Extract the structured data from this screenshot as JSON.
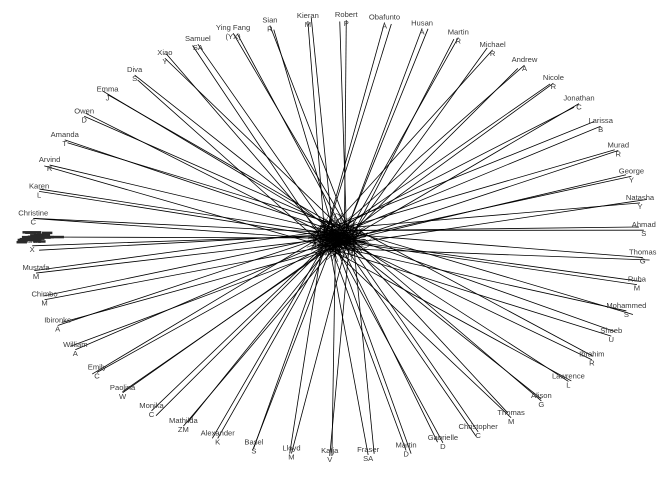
{
  "graph": {
    "hub_color": "#000000",
    "edge_color": "#000000",
    "label_color": "#3a3a3a",
    "nodes": [
      {
        "name": "Ying Fang",
        "initial": "(YX)"
      },
      {
        "name": "Sian",
        "initial": "R"
      },
      {
        "name": "Kieran",
        "initial": "M"
      },
      {
        "name": "Robert",
        "initial": "P"
      },
      {
        "name": "Obafunto",
        "initial": "A"
      },
      {
        "name": "Husan",
        "initial": "A"
      },
      {
        "name": "Martin",
        "initial": "R"
      },
      {
        "name": "Michael",
        "initial": "R"
      },
      {
        "name": "Andrew",
        "initial": "A"
      },
      {
        "name": "Nicole",
        "initial": "R"
      },
      {
        "name": "Jonathan",
        "initial": "C"
      },
      {
        "name": "Larissa",
        "initial": "B"
      },
      {
        "name": "Murad",
        "initial": "R"
      },
      {
        "name": "George",
        "initial": "Y"
      },
      {
        "name": "Natasha",
        "initial": "Y"
      },
      {
        "name": "Ahmad",
        "initial": "S"
      },
      {
        "name": "Thomas",
        "initial": "G"
      },
      {
        "name": "Ruba",
        "initial": "M"
      },
      {
        "name": "Mohammed",
        "initial": "S"
      },
      {
        "name": "Shoeb",
        "initial": "U"
      },
      {
        "name": "Ibrahim",
        "initial": "R"
      },
      {
        "name": "Lawrence",
        "initial": "L"
      },
      {
        "name": "Alison",
        "initial": "G"
      },
      {
        "name": "Thomas",
        "initial": "M"
      },
      {
        "name": "Christopher",
        "initial": "C"
      },
      {
        "name": "Gabrielle",
        "initial": "D"
      },
      {
        "name": "Martin",
        "initial": "D"
      },
      {
        "name": "Fraser",
        "initial": "SA"
      },
      {
        "name": "Katja",
        "initial": "V"
      },
      {
        "name": "Lloyd",
        "initial": "M"
      },
      {
        "name": "Basel",
        "initial": "S"
      },
      {
        "name": "Alexander",
        "initial": "K"
      },
      {
        "name": "Mathilda",
        "initial": "ZM"
      },
      {
        "name": "Monika",
        "initial": "C"
      },
      {
        "name": "Paolina",
        "initial": "W"
      },
      {
        "name": "Emily",
        "initial": "C"
      },
      {
        "name": "William",
        "initial": "A"
      },
      {
        "name": "Ibironke",
        "initial": "A"
      },
      {
        "name": "Chimbo",
        "initial": "M"
      },
      {
        "name": "Mustafa",
        "initial": "M"
      },
      {
        "name": "Junfu",
        "initial": "X"
      },
      {
        "name": "Christine",
        "initial": "C"
      },
      {
        "name": "Karen",
        "initial": "L"
      },
      {
        "name": "Arvind",
        "initial": "R"
      },
      {
        "name": "Amanda",
        "initial": "T"
      },
      {
        "name": "Owen",
        "initial": "D"
      },
      {
        "name": "Emma",
        "initial": "J"
      },
      {
        "name": "Diva",
        "initial": "S"
      },
      {
        "name": "Xiao",
        "initial": "Y"
      },
      {
        "name": "Samuel",
        "initial": "SA"
      }
    ]
  }
}
